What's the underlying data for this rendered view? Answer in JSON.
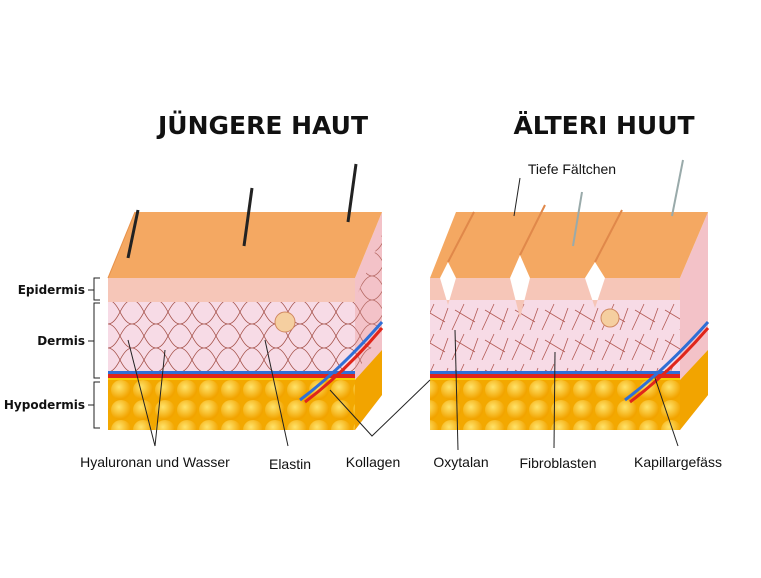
{
  "titles": {
    "young": "JÜNGERE HAUT",
    "old": "ÄLTERI HUUT"
  },
  "layers": {
    "epidermis": "Epidermis",
    "dermis": "Dermis",
    "hypodermis": "Hypodermis"
  },
  "labels": {
    "wrinkles": "Tiefe Fältchen",
    "hyaluronan": "Hyaluronan und Wasser",
    "elastin": "Elastin",
    "collagen": "Kollagen",
    "oxytalan": "Oxytalan",
    "fibroblasts": "Fibroblasten",
    "capillary": "Kapillargefäss"
  },
  "colors": {
    "surface": "#f4a862",
    "epidermis": "#f6c6b8",
    "dermis": "#f7dbe6",
    "fat": "#f7b500",
    "artery": "#e0261b",
    "vein": "#2f6fd6"
  }
}
